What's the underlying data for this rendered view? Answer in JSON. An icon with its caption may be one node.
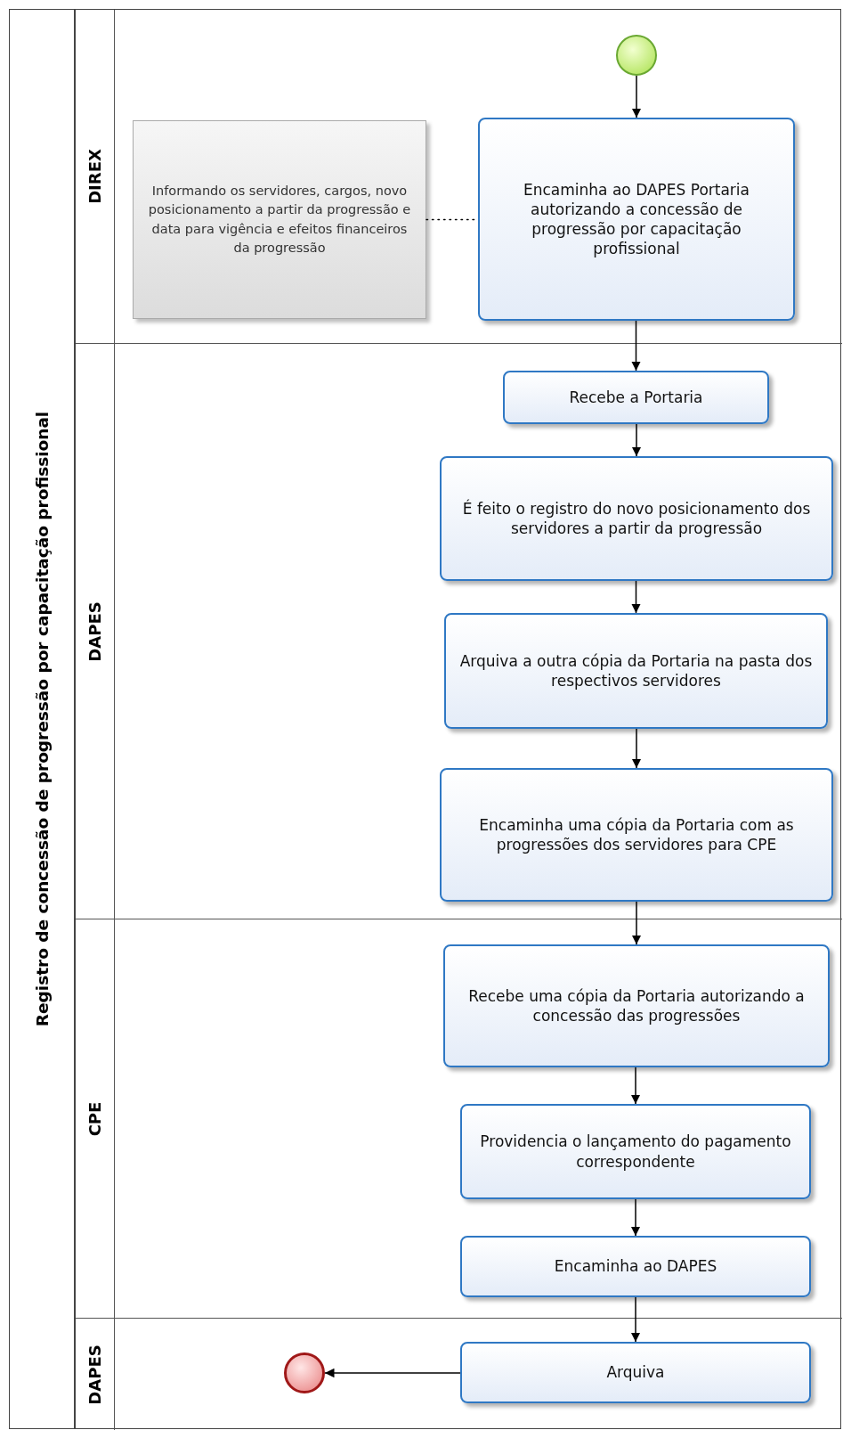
{
  "diagram": {
    "nodes": [
      {
        "text": [
          "Registro de concessão de progressão por capacitação profissional"
        ]
      },
      {
        "text": [
          "DIREX"
        ],
        "in": 0
      },
      {
        "text": [],
        "shape": "circle",
        "in": 1
      },
      {
        "text": [
          "Informando os servidores, cargos, novo posicionamento a partir da progressão e data para vigência e efeitos financeiros da progressão"
        ],
        "in": 1
      },
      {
        "text": [
          "Encaminha ao DAPES Portaria autorizando a concessão de progressão por capacitação profissional"
        ],
        "in": 1
      },
      {
        "text": [
          "DAPES"
        ],
        "in": 0
      },
      {
        "text": [
          "Recebe a Portaria"
        ],
        "in": 5
      },
      {
        "text": [
          "É feito o registro do novo posicionamento dos servidores a partir da progressão"
        ],
        "in": 5
      },
      {
        "text": [
          "Arquiva a outra cópia da Portaria na pasta dos respectivos servidores"
        ],
        "in": 5
      },
      {
        "text": [
          "Encaminha uma cópia da Portaria com as progressões dos servidores para CPE"
        ],
        "in": 5
      },
      {
        "text": [
          "CPE"
        ],
        "in": 0
      },
      {
        "text": [
          "Recebe uma cópia da Portaria autorizando a concessão das progressões"
        ],
        "in": 10
      },
      {
        "text": [
          "Providencia o lançamento do pagamento correspondente"
        ],
        "in": 10
      },
      {
        "text": [
          "Encaminha ao DAPES"
        ],
        "in": 10
      },
      {
        "text": [
          "DAPES"
        ],
        "in": 0
      },
      {
        "text": [
          "Arquiva"
        ],
        "in": 14
      },
      {
        "text": [],
        "shape": "circle",
        "in": 14
      }
    ],
    "edges": [
      {
        "from": 2,
        "to": 4,
        "arrow": "to"
      },
      {
        "from": 3,
        "to": 4,
        "arrow": "none",
        "style": "dashed"
      },
      {
        "from": 4,
        "to": 6,
        "arrow": "to"
      },
      {
        "from": 6,
        "to": 7,
        "arrow": "to"
      },
      {
        "from": 7,
        "to": 8,
        "arrow": "to"
      },
      {
        "from": 8,
        "to": 9,
        "arrow": "to"
      },
      {
        "from": 9,
        "to": 11,
        "arrow": "to"
      },
      {
        "from": 11,
        "to": 12,
        "arrow": "to"
      },
      {
        "from": 12,
        "to": 13,
        "arrow": "to"
      },
      {
        "from": 13,
        "to": 15,
        "arrow": "to"
      },
      {
        "from": 15,
        "to": 16,
        "arrow": "to"
      }
    ]
  }
}
